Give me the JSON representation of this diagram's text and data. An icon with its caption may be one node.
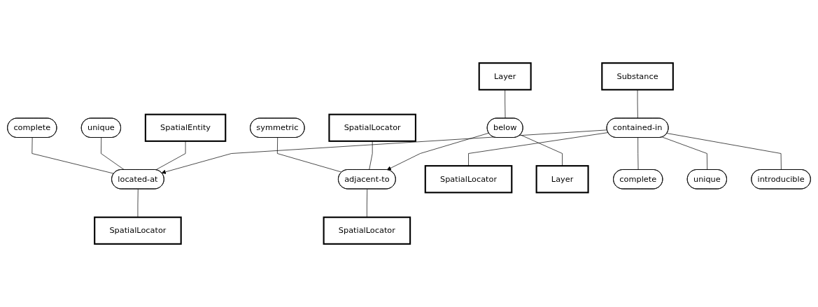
{
  "diagram": {
    "nodes": [
      {
        "text": [
          "complete"
        ]
      },
      {
        "text": [
          "unique"
        ]
      },
      {
        "text": [
          "symmetric"
        ]
      },
      {
        "text": [
          "SpatialEntity"
        ]
      },
      {
        "text": [
          "located-at"
        ]
      },
      {
        "text": [
          "SpatialLocator"
        ]
      },
      {
        "text": [
          "SpatialLocator"
        ]
      },
      {
        "text": [
          "adjacent-to"
        ]
      },
      {
        "text": [
          "SpatialLocator"
        ]
      },
      {
        "text": [
          "Substance"
        ]
      },
      {
        "text": [
          "contained-in"
        ]
      },
      {
        "text": [
          "SpatialLocator"
        ]
      },
      {
        "text": [
          "Layer"
        ]
      },
      {
        "text": [
          "below"
        ]
      },
      {
        "text": [
          "Layer"
        ]
      },
      {
        "text": [
          "complete"
        ]
      },
      {
        "text": [
          "unique"
        ]
      },
      {
        "text": [
          "introducible"
        ]
      }
    ],
    "edges": [
      {
        "from": 0,
        "to": 4,
        "arrow": "none"
      },
      {
        "from": 1,
        "to": 4,
        "arrow": "none"
      },
      {
        "from": 2,
        "to": 7,
        "arrow": "none"
      },
      {
        "from": 3,
        "to": 4,
        "arrow": "none"
      },
      {
        "from": 4,
        "to": 5,
        "arrow": "none"
      },
      {
        "from": 6,
        "to": 7,
        "arrow": "none"
      },
      {
        "from": 7,
        "to": 8,
        "arrow": "none"
      },
      {
        "from": 10,
        "to": 4,
        "arrow": "to"
      },
      {
        "from": 13,
        "to": 7,
        "arrow": "to"
      },
      {
        "from": 9,
        "to": 10,
        "arrow": "none"
      },
      {
        "from": 10,
        "to": 11,
        "arrow": "none"
      },
      {
        "from": 12,
        "to": 13,
        "arrow": "none"
      },
      {
        "from": 13,
        "to": 14,
        "arrow": "none"
      },
      {
        "from": 10,
        "to": 15,
        "arrow": "none"
      },
      {
        "from": 10,
        "to": 16,
        "arrow": "none"
      },
      {
        "from": 10,
        "to": 17,
        "arrow": "none"
      }
    ]
  }
}
